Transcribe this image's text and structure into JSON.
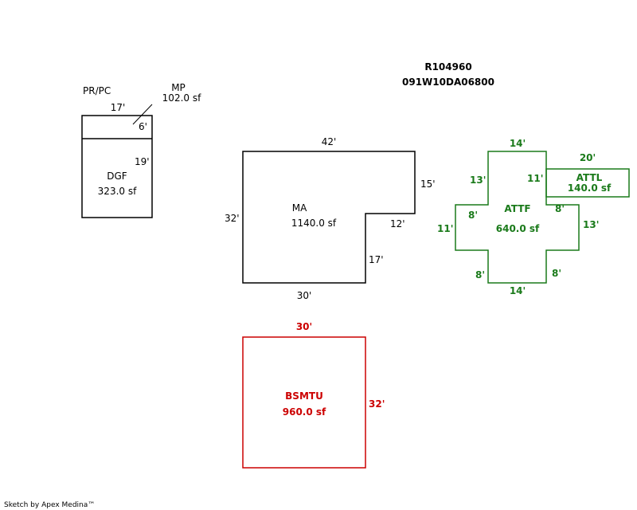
{
  "header": {
    "parcel_id": "R104960",
    "account_number": "091W10DA06800"
  },
  "footer": {
    "credit": "Sketch by Apex Medina™"
  },
  "colors": {
    "main": "#000000",
    "attached": "#1a7a1a",
    "basement": "#cc0000"
  },
  "areas": {
    "dgf": {
      "code": "PR/PC",
      "label": "DGF",
      "area": "323.0 sf",
      "dim_top": "17'",
      "dim_right": "19'"
    },
    "mp": {
      "label": "MP",
      "area": "102.0 sf",
      "dim": "6'"
    },
    "ma": {
      "label": "MA",
      "area": "1140.0 sf",
      "dim_top": "42'",
      "dim_right": "15'",
      "dim_notch": "12'",
      "dim_inner": "17'",
      "dim_bottom": "30'",
      "dim_left": "32'"
    },
    "attf": {
      "label": "ATTF",
      "area": "640.0 sf",
      "dim_top": "14'",
      "dim_upper_left": "13'",
      "dim_upper_right": "11'",
      "dim_mid_left_h": "8'",
      "dim_left": "11'",
      "dim_mid_right_h": "8'",
      "dim_lower_right": "13'",
      "dim_bottom_left": "8'",
      "dim_bottom_right": "8'",
      "dim_bottom": "14'"
    },
    "attl": {
      "label": "ATTL",
      "area": "140.0 sf",
      "dim_top": "20'"
    },
    "bsmtu": {
      "label": "BSMTU",
      "area": "960.0 sf",
      "dim_top": "30'",
      "dim_right": "32'"
    }
  }
}
